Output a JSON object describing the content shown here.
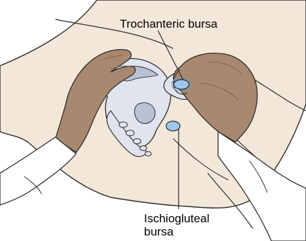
{
  "labels": {
    "trochanteric": "Trochanteric bursa",
    "ischiogluteal_line1": "Ischiogluteal",
    "ischiogluteal_line2": "bursa"
  },
  "colors": {
    "skin_light": "#f3e7d9",
    "skin_shadow": "#e6d2bd",
    "hand": "#a8886f",
    "hand_shadow": "#7e6250",
    "bone": "#dfe4ee",
    "bone_shade": "#b9c1d4",
    "bursa": "#9ec7ee",
    "bursa_ring": "#6f9cc8",
    "sleeve": "#ffffff",
    "outline": "#2b2b2b"
  }
}
